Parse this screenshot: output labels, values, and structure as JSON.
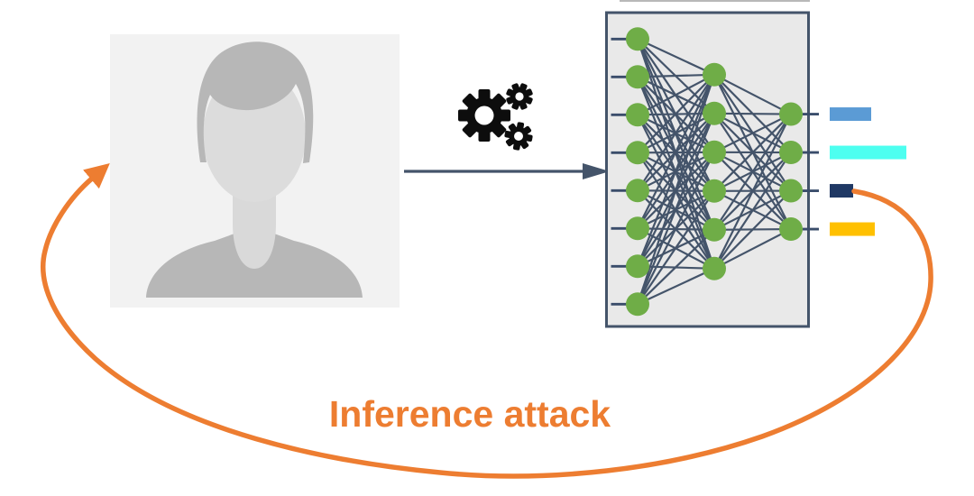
{
  "labels": {
    "inference_attack": "Inference attack"
  },
  "icons": {
    "person_avatar": "person-avatar-icon",
    "gears": "gears-icon",
    "process_arrow": "right-arrow-icon",
    "attack_loop": "curved-loop-arrow-icon"
  },
  "colors": {
    "background": "#ffffff",
    "photo_bg": "#f2f2f2",
    "silhouette_dark": "#b7b7b7",
    "silhouette_face": "#dcdcdc",
    "silhouette_neck": "#d9d9d9",
    "collar_opening": "#ededed",
    "gears_black": "#0d0d0d",
    "arrow_slate": "#44546a",
    "box_fill": "#e9e9e9",
    "box_border": "#44546a",
    "node_green": "#6fad47",
    "edge_slate": "#44546a",
    "tick_slate": "#3a4d6b",
    "attack_orange": "#ed7d31",
    "top_line_gray": "#b8b8b8"
  },
  "network": {
    "layers": [
      8,
      6,
      4
    ]
  },
  "output_bars": [
    {
      "name": "score-bar-1",
      "color": "#5b9bd5",
      "width": 46
    },
    {
      "name": "score-bar-2",
      "color": "#4dfff0",
      "width": 85
    },
    {
      "name": "score-bar-3",
      "color": "#1f3864",
      "width": 26
    },
    {
      "name": "score-bar-4",
      "color": "#ffc000",
      "width": 50
    }
  ]
}
